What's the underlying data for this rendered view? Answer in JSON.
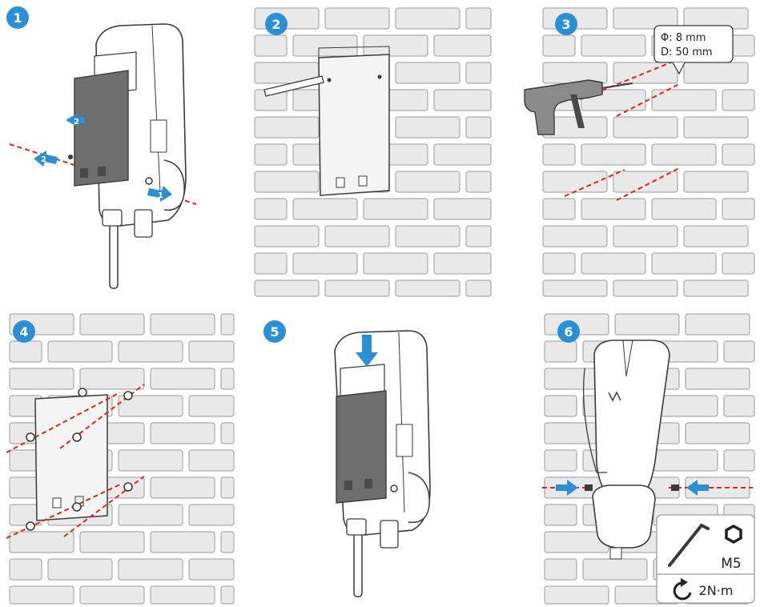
{
  "colors": {
    "accent_blue": "#2a8fd4",
    "drill_line_red": "#e2231a",
    "brick_fill": "#e9e9e9",
    "brick_stroke": "#9a9a9a",
    "device_outline": "#3a3a3a",
    "mounting_plate_dark": "#6e6e6e"
  },
  "steps": [
    {
      "number": "1",
      "arrow_labels": [
        "2",
        "2",
        "1"
      ]
    },
    {
      "number": "2"
    },
    {
      "number": "3",
      "drill_spec": {
        "diameter": "Φ: 8 mm",
        "depth": "D: 50 mm"
      }
    },
    {
      "number": "4"
    },
    {
      "number": "5"
    },
    {
      "number": "6",
      "screw_size": "M5",
      "torque": "2N·m"
    }
  ],
  "icons": [
    "hex-nut-icon",
    "rotate-arrow-icon",
    "hex-key-icon",
    "power-drill-icon"
  ]
}
